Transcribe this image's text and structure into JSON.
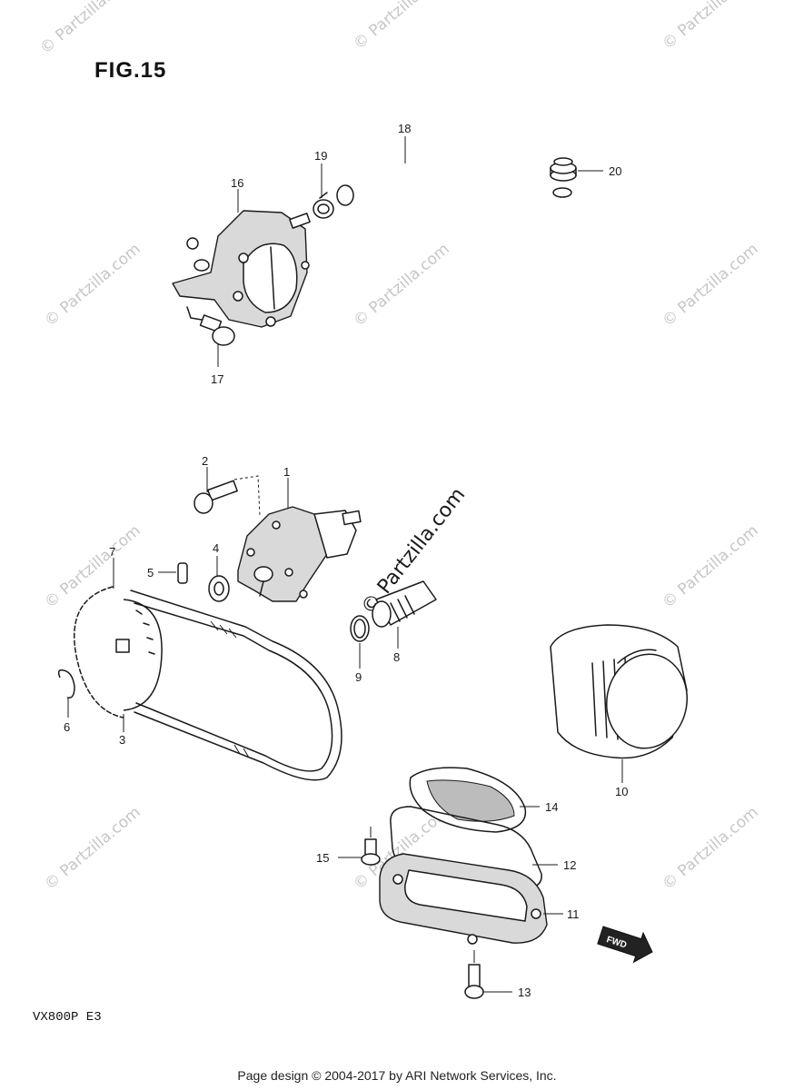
{
  "figure": {
    "title": "FIG.15",
    "model": "VX800P  E3"
  },
  "footer": "Page design © 2004-2017 by ARI Network Services, Inc.",
  "watermark": {
    "small": "© Partzilla.com",
    "large": "© Partzilla.com"
  },
  "callouts": {
    "c1": "1",
    "c2": "2",
    "c3": "3",
    "c4": "4",
    "c5": "5",
    "c6": "6",
    "c7": "7",
    "c8": "8",
    "c9": "9",
    "c10": "10",
    "c11": "11",
    "c12": "12",
    "c13": "13",
    "c14": "14",
    "c15": "15",
    "c16": "16",
    "c17": "17",
    "c18": "18",
    "c19": "19",
    "c20": "20"
  },
  "arrow": {
    "label": "FWD"
  }
}
